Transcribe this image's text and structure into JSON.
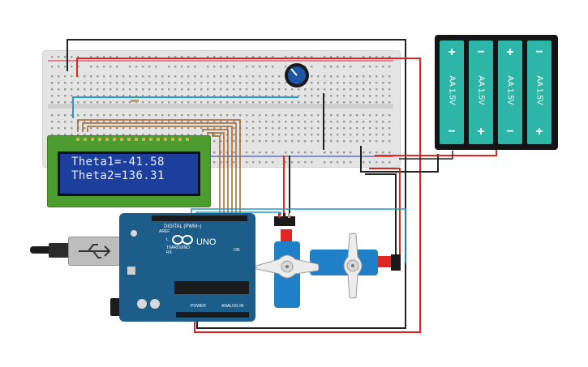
{
  "app": {
    "title": "Arduino servo + LCD circuit"
  },
  "lcd": {
    "line1": "Theta1=-41.58",
    "line2": "Theta2=136.31"
  },
  "arduino": {
    "brand": "ARDUINO",
    "model": "UNO",
    "digital_label": "DIGITAL (PWM~)",
    "power_label": "POWER",
    "analog_label": "ANALOG IN",
    "tx_label": "TX",
    "rx_label": "RX",
    "l_label": "L",
    "on_label": "ON",
    "aref_label": "AREF"
  },
  "battery": {
    "cells": [
      {
        "top_sign": "+",
        "label": "AA 1.5V",
        "bottom_sign": "−"
      },
      {
        "top_sign": "−",
        "label": "AA 1.5V",
        "bottom_sign": "+"
      },
      {
        "top_sign": "+",
        "label": "AA 1.5V",
        "bottom_sign": "−"
      },
      {
        "top_sign": "−",
        "label": "AA 1.5V",
        "bottom_sign": "+"
      }
    ]
  },
  "colors": {
    "breadboard": "#e4e4e4",
    "wire_red": "#e0261f",
    "wire_black": "#222222",
    "wire_blue": "#1e9ad6",
    "wire_brown": "#a0642a",
    "lcd_backlight": "#1c3f9e",
    "lcd_pcb": "#4d9c2f",
    "arduino_pcb": "#1d5d8a",
    "servo_body": "#1f7fc7",
    "battery_cell": "#2db5a8"
  }
}
